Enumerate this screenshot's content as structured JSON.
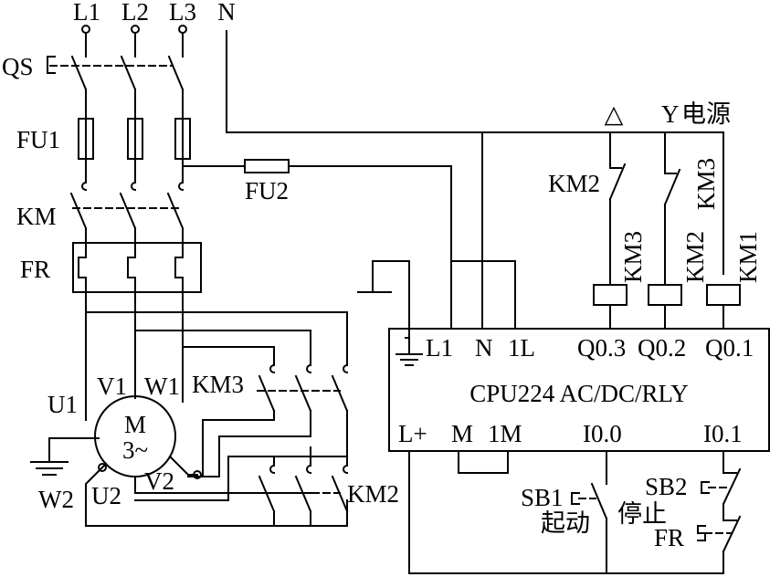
{
  "supply": {
    "l1": "L1",
    "l2": "L2",
    "l3": "L3",
    "n": "N"
  },
  "main_circuit": {
    "isolator": "QS",
    "fuses": "FU1",
    "contactor": "KM",
    "overload_relay": "FR",
    "control_fuse": "FU2",
    "km3_contacts": "KM3",
    "km2_contacts": "KM2"
  },
  "motor": {
    "symbol": "M",
    "phase": "3~",
    "u1": "U1",
    "v1": "V1",
    "w1": "W1",
    "u2": "U2",
    "v2": "V2",
    "w2": "W2"
  },
  "star_delta": {
    "delta_symbol": "△",
    "star_symbol": "Y",
    "power_label": "电源"
  },
  "output_contacts": {
    "km2": "KM2",
    "km3": "KM3"
  },
  "coils": {
    "km3": "KM3",
    "km2": "KM2",
    "km1": "KM1"
  },
  "plc": {
    "model": "CPU224 AC/DC/RLY",
    "power_terminals": {
      "l1": "L1",
      "n": "N",
      "one_l": "1L"
    },
    "outputs": {
      "q03": "Q0.3",
      "q02": "Q0.2",
      "q01": "Q0.1"
    },
    "bottom_terminals": {
      "lplus": "L+",
      "m": "M",
      "one_m": "1M",
      "i00": "I0.0",
      "i01": "I0.1"
    }
  },
  "buttons": {
    "sb1": "SB1",
    "sb1_label": "起动",
    "sb2": "SB2",
    "sb2_label": "停止",
    "fr": "FR"
  }
}
